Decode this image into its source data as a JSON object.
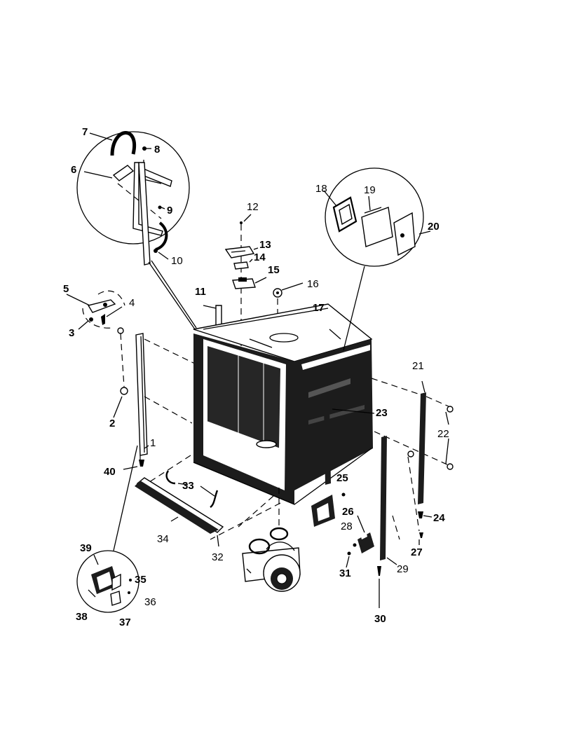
{
  "diagram": {
    "labels": [
      {
        "id": "1",
        "text": "1",
        "bold": false
      },
      {
        "id": "2",
        "text": "2",
        "bold": true
      },
      {
        "id": "3",
        "text": "3",
        "bold": true
      },
      {
        "id": "4",
        "text": "4",
        "bold": false
      },
      {
        "id": "5",
        "text": "5",
        "bold": true
      },
      {
        "id": "6",
        "text": "6",
        "bold": true
      },
      {
        "id": "7",
        "text": "7",
        "bold": true
      },
      {
        "id": "8",
        "text": "8",
        "bold": true
      },
      {
        "id": "9",
        "text": "9",
        "bold": true
      },
      {
        "id": "10",
        "text": "10",
        "bold": false
      },
      {
        "id": "11",
        "text": "11",
        "bold": true
      },
      {
        "id": "12",
        "text": "12",
        "bold": false
      },
      {
        "id": "13",
        "text": "13",
        "bold": true
      },
      {
        "id": "14",
        "text": "14",
        "bold": true
      },
      {
        "id": "15",
        "text": "15",
        "bold": true
      },
      {
        "id": "16",
        "text": "16",
        "bold": false
      },
      {
        "id": "17",
        "text": "17",
        "bold": true
      },
      {
        "id": "18",
        "text": "18",
        "bold": false
      },
      {
        "id": "19",
        "text": "19",
        "bold": false
      },
      {
        "id": "20",
        "text": "20",
        "bold": true
      },
      {
        "id": "21",
        "text": "21",
        "bold": false
      },
      {
        "id": "22",
        "text": "22",
        "bold": false
      },
      {
        "id": "23",
        "text": "23",
        "bold": true
      },
      {
        "id": "24",
        "text": "24",
        "bold": true
      },
      {
        "id": "25",
        "text": "25",
        "bold": true
      },
      {
        "id": "26",
        "text": "26",
        "bold": true
      },
      {
        "id": "27",
        "text": "27",
        "bold": true
      },
      {
        "id": "28",
        "text": "28",
        "bold": false
      },
      {
        "id": "29",
        "text": "29",
        "bold": false
      },
      {
        "id": "30",
        "text": "30",
        "bold": true
      },
      {
        "id": "31",
        "text": "31",
        "bold": true
      },
      {
        "id": "32",
        "text": "32",
        "bold": false
      },
      {
        "id": "33",
        "text": "33",
        "bold": true
      },
      {
        "id": "34",
        "text": "34",
        "bold": false
      },
      {
        "id": "35",
        "text": "35",
        "bold": true
      },
      {
        "id": "36",
        "text": "36",
        "bold": false
      },
      {
        "id": "37",
        "text": "37",
        "bold": true
      },
      {
        "id": "38",
        "text": "38",
        "bold": true
      },
      {
        "id": "39",
        "text": "39",
        "bold": true
      },
      {
        "id": "40",
        "text": "40",
        "bold": true
      }
    ]
  }
}
